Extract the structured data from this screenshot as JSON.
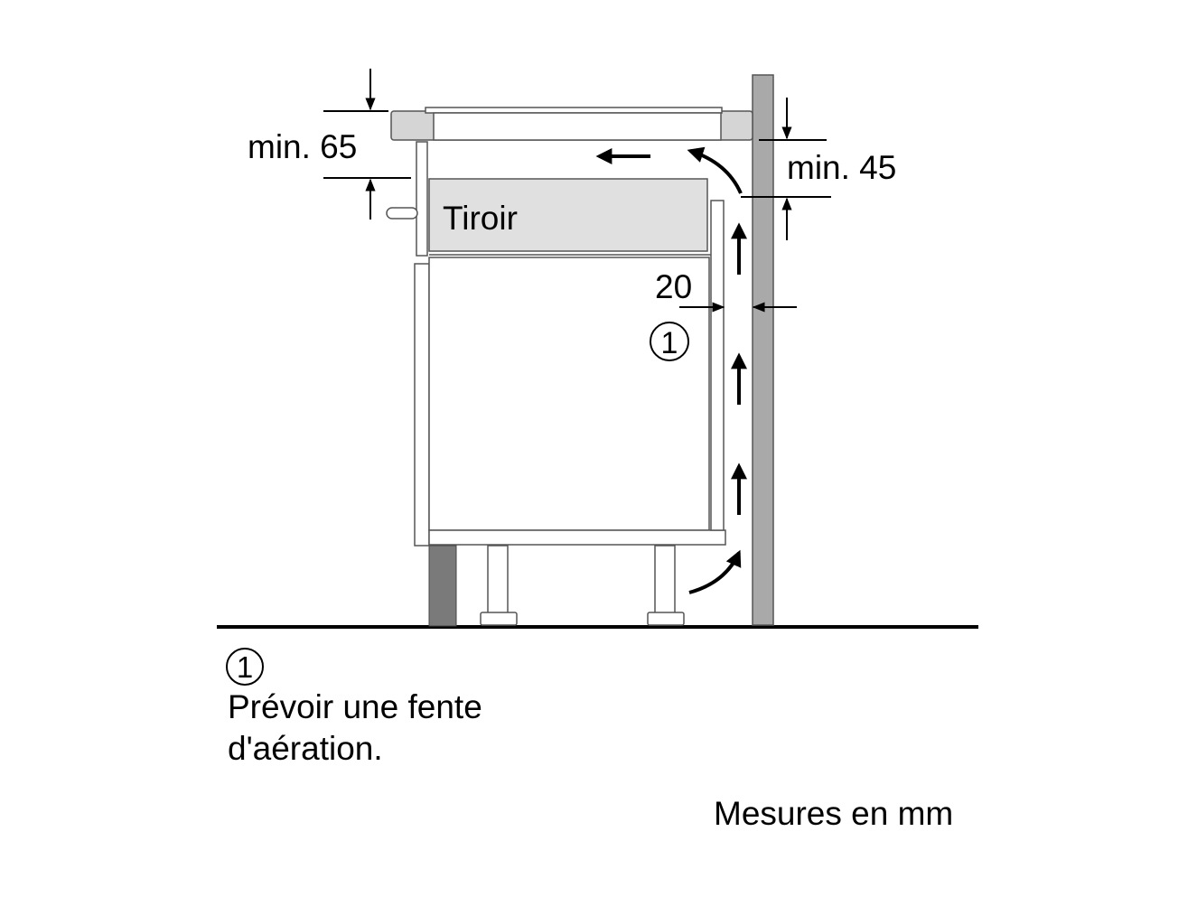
{
  "labels": {
    "dim_top": "min. 65",
    "dim_back": "min. 45",
    "dim_gap": "20",
    "drawer": "Tiroir",
    "marker": "1"
  },
  "note": {
    "marker": "1",
    "line1": "Prévoir une fente",
    "line2": "d'aération."
  },
  "units": "Mesures en mm",
  "colors": {
    "wall": "#a9a9a9",
    "plinth": "#7a7a7a",
    "drawer_fill": "#e0e0e0",
    "worktop": "#d5d5d5",
    "line": "#000000",
    "panel_edge": "#555555"
  }
}
